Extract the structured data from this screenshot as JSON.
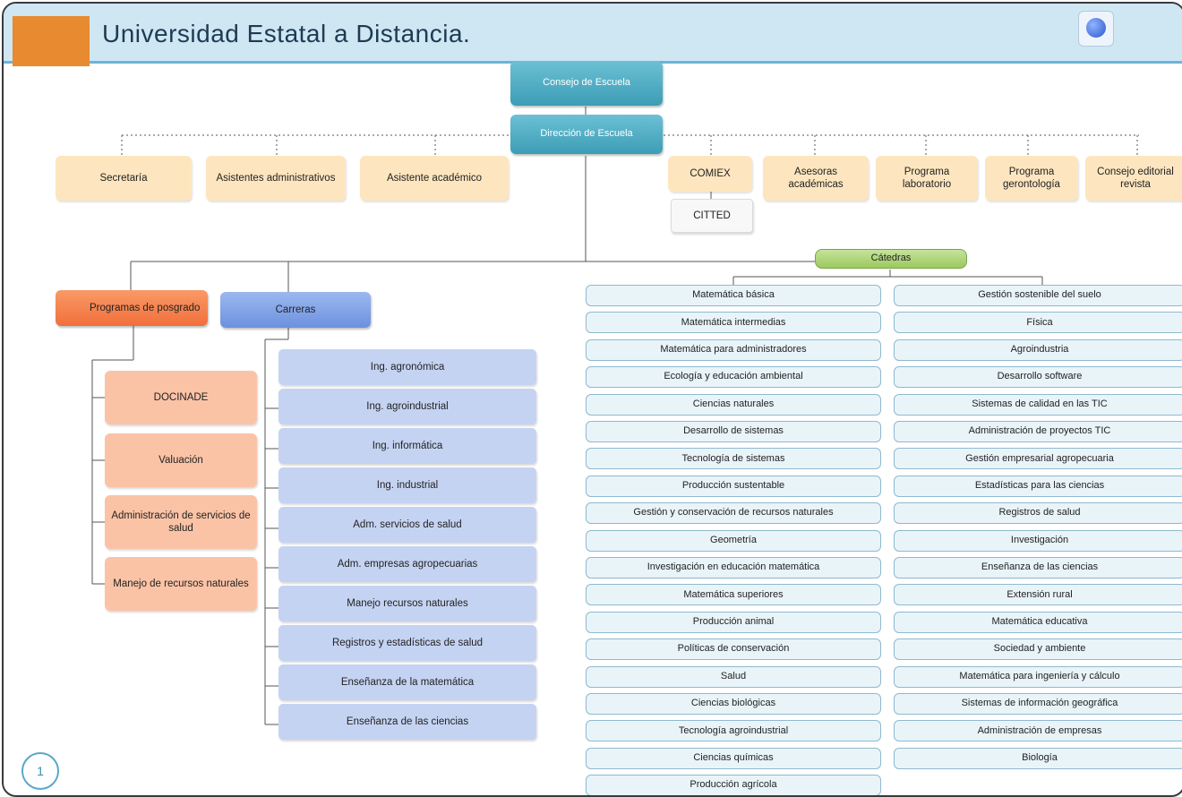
{
  "title": "Universidad Estatal a Distancia.",
  "page_number": "1",
  "top": {
    "consejo": "Consejo de Escuela",
    "direccion": "Dirección de Escuela"
  },
  "staff": {
    "secretaria": "Secretaría",
    "asistentes_adm": "Asistentes administrativos",
    "asistente_acad": "Asistente académico",
    "comiex": "COMIEX",
    "citted": "CITTED",
    "asesoras": "Asesoras académicas",
    "prog_lab": "Programa laboratorio",
    "prog_geront": "Programa gerontología",
    "consejo_editorial": "Consejo editorial revista"
  },
  "catedras_label": "Cátedras",
  "programas_label": "Programas de posgrado",
  "carreras_label": "Carreras",
  "posgrados": [
    "DOCINADE",
    "Valuación",
    "Administración de servicios de salud",
    "Manejo de recursos naturales"
  ],
  "carreras": [
    "Ing. agronómica",
    "Ing. agroindustrial",
    "Ing. informática",
    "Ing. industrial",
    "Adm. servicios de salud",
    "Adm. empresas agropecuarias",
    "Manejo recursos naturales",
    "Registros y estadísticas de salud",
    "Enseñanza de la matemática",
    "Enseñanza de las ciencias"
  ],
  "catedras_left": [
    "Matemática básica",
    "Matemática intermedias",
    "Matemática para administradores",
    "Ecología y educación ambiental",
    "Ciencias naturales",
    "Desarrollo de sistemas",
    "Tecnología de sistemas",
    "Producción sustentable",
    "Gestión y conservación de recursos naturales",
    "Geometría",
    "Investigación en educación matemática",
    "Matemática superiores",
    "Producción animal",
    "Políticas de conservación",
    "Salud",
    "Ciencias biológicas",
    "Tecnología agroindustrial",
    "Ciencias químicas",
    "Producción agrícola"
  ],
  "catedras_right": [
    "Gestión sostenible del suelo",
    "Física",
    "Agroindustria",
    "Desarrollo software",
    "Sistemas de calidad en las TIC",
    "Administración de proyectos TIC",
    "Gestión empresarial agropecuaria",
    "Estadísticas para las ciencias",
    "Registros de salud",
    "Investigación",
    "Enseñanza de las ciencias",
    "Extensión rural",
    "Matemática educativa",
    "Sociedad y ambiente",
    "Matemática para ingeniería y cálculo",
    "Sistemas de información geográfica",
    "Administración de empresas",
    "Biología"
  ]
}
